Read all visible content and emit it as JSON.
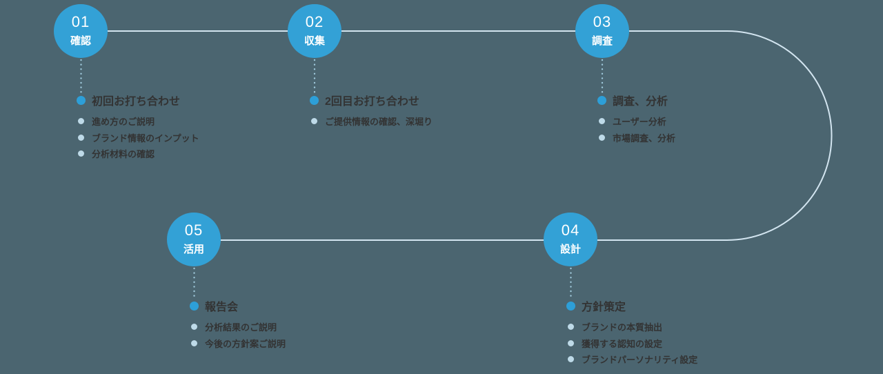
{
  "colors": {
    "background": "#4b6570",
    "circle": "#33a1d6",
    "circle_text": "#ffffff",
    "line": "#d3e5f0",
    "dotted": "#9fc8da",
    "heading_dot": "#2d9fd8",
    "item_dot": "#bedae8",
    "text": "#333333"
  },
  "steps": [
    {
      "number": "01",
      "label": "確認",
      "heading": "初回お打ち合わせ",
      "items": [
        "進め方のご説明",
        "ブランド情報のインプット",
        "分析材料の確認"
      ]
    },
    {
      "number": "02",
      "label": "収集",
      "heading": "2回目お打ち合わせ",
      "items": [
        "ご提供情報の確認、深堀り"
      ]
    },
    {
      "number": "03",
      "label": "調査",
      "heading": "調査、分析",
      "items": [
        "ユーザー分析",
        "市場調査、分析"
      ]
    },
    {
      "number": "04",
      "label": "設計",
      "heading": "方針策定",
      "items": [
        "ブランドの本質抽出",
        "獲得する認知の設定",
        "ブランドパーソナリティ設定"
      ]
    },
    {
      "number": "05",
      "label": "活用",
      "heading": "報告会",
      "items": [
        "分析結果のご説明",
        "今後の方針案ご説明"
      ]
    }
  ]
}
